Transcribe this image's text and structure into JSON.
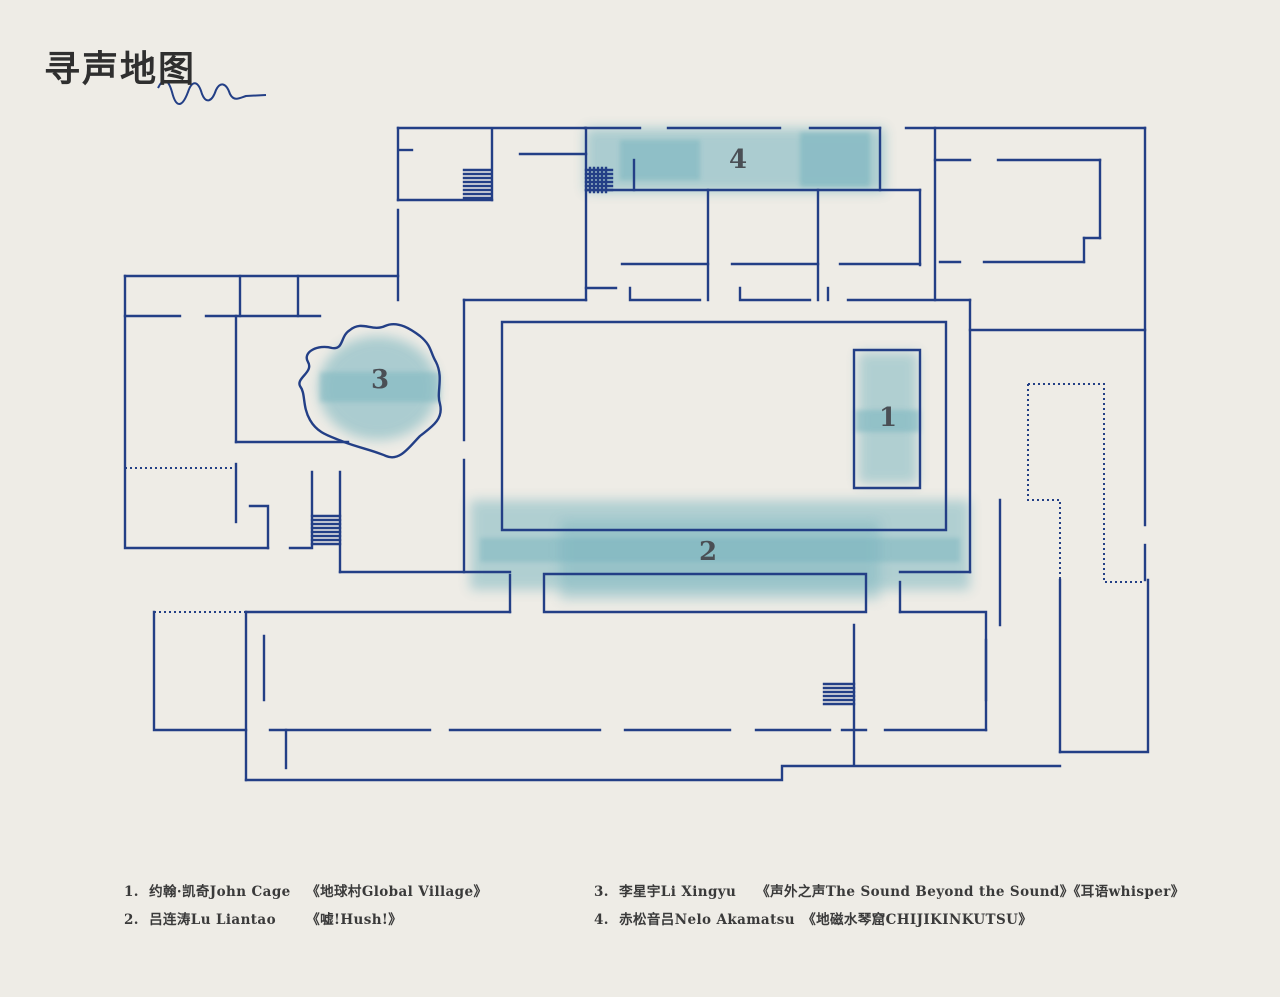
{
  "title": "寻声地图",
  "accent_color": "#233f86",
  "sound_color": "#5ea8b6",
  "zones": [
    {
      "number": "1"
    },
    {
      "number": "2"
    },
    {
      "number": "3"
    },
    {
      "number": "4"
    }
  ],
  "legend": [
    {
      "number": "1.",
      "artist": "约翰·凯奇John Cage",
      "work": "《地球村Global Village》"
    },
    {
      "number": "2.",
      "artist": "吕连涛Lu Liantao",
      "work": "《嘘!Hush!》"
    },
    {
      "number": "3.",
      "artist": "李星宇Li Xingyu",
      "work": "《声外之声The Sound Beyond the Sound》《耳语whisper》"
    },
    {
      "number": "4.",
      "artist": "赤松音吕Nelo Akamatsu",
      "work": "《地磁水琴窟CHIJIKINKUTSU》"
    }
  ]
}
